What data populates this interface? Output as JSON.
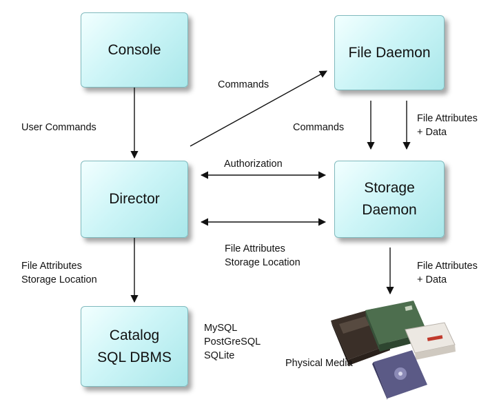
{
  "nodes": {
    "console": "Console",
    "file_daemon": "File Daemon",
    "director": "Director",
    "storage_daemon": [
      "Storage",
      "Daemon"
    ],
    "catalog": [
      "Catalog",
      "SQL DBMS"
    ]
  },
  "edge_labels": {
    "user_commands": "User Commands",
    "commands_to_fd": "Commands",
    "commands_fd_to_sd": "Commands",
    "fd_to_sd_data": [
      "File Attributes",
      "+ Data"
    ],
    "authorization": "Authorization",
    "dir_sd_attrs": [
      "File Attributes",
      "Storage Location"
    ],
    "dir_catalog_attrs": [
      "File Attributes",
      "Storage Location"
    ],
    "sd_media_data": [
      "File Attributes",
      "+ Data"
    ]
  },
  "databases": [
    "MySQL",
    "PostGreSQL",
    "SQLite"
  ],
  "media_label": "Physical Media",
  "colors": {
    "box_fill": "#cdf5f7",
    "box_border": "#7fb9bd",
    "arrow": "#111111"
  }
}
